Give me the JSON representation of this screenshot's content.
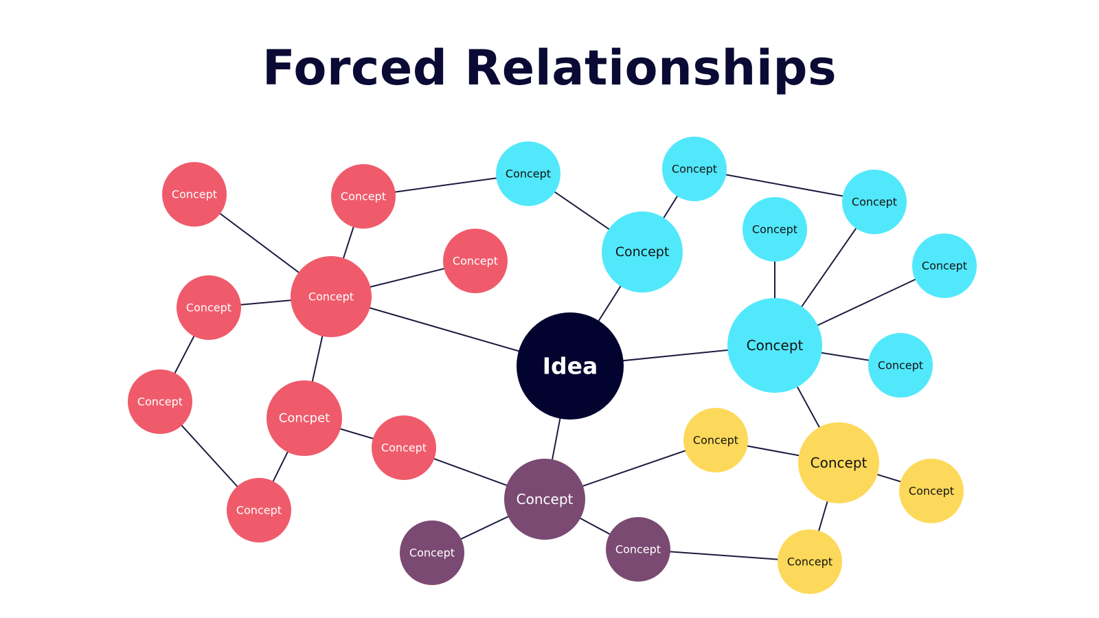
{
  "title": "Forced Relationships",
  "colors": {
    "title": "#0a0a35",
    "edge": "#1a1a3e",
    "red": "#ef5b6b",
    "cyan": "#52e8fb",
    "yellow": "#fdd95b",
    "purple": "#7a4a72",
    "center": "#030330",
    "text_light": "#ffffff",
    "text_dark": "#111111"
  },
  "nodes": [
    {
      "id": "idea",
      "label": "Idea",
      "group": "center"
    },
    {
      "id": "r1",
      "label": "Concept",
      "group": "red"
    },
    {
      "id": "r2",
      "label": "Concept",
      "group": "red"
    },
    {
      "id": "r3",
      "label": "Concept",
      "group": "red"
    },
    {
      "id": "r4",
      "label": "Concept",
      "group": "red"
    },
    {
      "id": "r5",
      "label": "Concept",
      "group": "red"
    },
    {
      "id": "r6",
      "label": "Concept",
      "group": "red"
    },
    {
      "id": "r7",
      "label": "Concpet",
      "group": "red"
    },
    {
      "id": "r8",
      "label": "Concept",
      "group": "red"
    },
    {
      "id": "r9",
      "label": "Concept",
      "group": "red"
    },
    {
      "id": "c1",
      "label": "Concept",
      "group": "cyan"
    },
    {
      "id": "c2",
      "label": "Concept",
      "group": "cyan"
    },
    {
      "id": "c3",
      "label": "Concept",
      "group": "cyan"
    },
    {
      "id": "c4",
      "label": "Concept",
      "group": "cyan"
    },
    {
      "id": "c5",
      "label": "Concept",
      "group": "cyan"
    },
    {
      "id": "c6",
      "label": "Concept",
      "group": "cyan"
    },
    {
      "id": "c7",
      "label": "Concept",
      "group": "cyan"
    },
    {
      "id": "c8",
      "label": "Concept",
      "group": "cyan"
    },
    {
      "id": "y1",
      "label": "Concept",
      "group": "yellow"
    },
    {
      "id": "y2",
      "label": "Concept",
      "group": "yellow"
    },
    {
      "id": "y3",
      "label": "Concept",
      "group": "yellow"
    },
    {
      "id": "y4",
      "label": "Concept",
      "group": "yellow"
    },
    {
      "id": "p1",
      "label": "Concept",
      "group": "purple"
    },
    {
      "id": "p2",
      "label": "Concept",
      "group": "purple"
    },
    {
      "id": "p3",
      "label": "Concept",
      "group": "purple"
    }
  ],
  "edges": [
    [
      "idea",
      "r4"
    ],
    [
      "idea",
      "c4"
    ],
    [
      "idea",
      "c7"
    ],
    [
      "idea",
      "p1"
    ],
    [
      "r4",
      "r1"
    ],
    [
      "r4",
      "r2"
    ],
    [
      "r4",
      "r3"
    ],
    [
      "r4",
      "r5"
    ],
    [
      "r4",
      "r7"
    ],
    [
      "r2",
      "c1"
    ],
    [
      "r5",
      "r6"
    ],
    [
      "r6",
      "r9"
    ],
    [
      "r7",
      "r9"
    ],
    [
      "r7",
      "r8"
    ],
    [
      "r8",
      "p1"
    ],
    [
      "c1",
      "c4"
    ],
    [
      "c4",
      "c2"
    ],
    [
      "c2",
      "c3"
    ],
    [
      "c7",
      "c5"
    ],
    [
      "c7",
      "c3"
    ],
    [
      "c7",
      "c6"
    ],
    [
      "c7",
      "c8"
    ],
    [
      "c7",
      "y2"
    ],
    [
      "p1",
      "y1"
    ],
    [
      "p1",
      "p2"
    ],
    [
      "p1",
      "p3"
    ],
    [
      "y1",
      "y2"
    ],
    [
      "y2",
      "y3"
    ],
    [
      "y2",
      "y4"
    ],
    [
      "p3",
      "y4"
    ]
  ]
}
